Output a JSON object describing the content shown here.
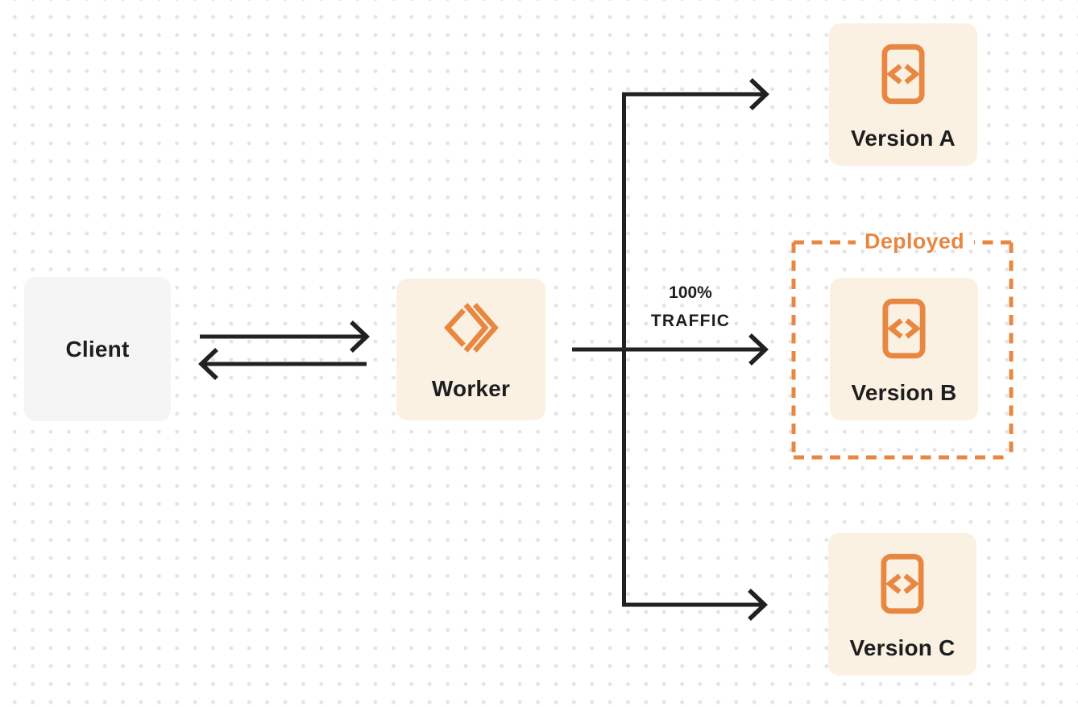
{
  "diagram": {
    "description": "Worker traffic routing diagram with three versions",
    "colors": {
      "accent_orange": "#e88742",
      "box_cream": "#faf1e2",
      "box_gray": "#f5f5f6",
      "line_dark": "#212121",
      "text_dark": "#1e1e20",
      "dot_grid": "#e4e4e4",
      "background": "#ffffff"
    },
    "nodes": {
      "client": {
        "label": "Client"
      },
      "worker": {
        "label": "Worker",
        "icon": "workers-logo-icon"
      },
      "versions": [
        {
          "label": "Version A",
          "icon": "code-file-icon",
          "deployed": false
        },
        {
          "label": "Version B",
          "icon": "code-file-icon",
          "deployed": true
        },
        {
          "label": "Version C",
          "icon": "code-file-icon",
          "deployed": false
        }
      ]
    },
    "annotations": {
      "deployed": "Deployed",
      "traffic": {
        "line1": "100%",
        "line2": "TRAFFIC"
      }
    },
    "edges": [
      {
        "from": "client",
        "to": "worker",
        "style": "arrow-right"
      },
      {
        "from": "worker",
        "to": "client",
        "style": "arrow-left"
      },
      {
        "from": "worker",
        "to": "version-a",
        "style": "elbow-arrow"
      },
      {
        "from": "worker",
        "to": "version-b",
        "style": "arrow-right",
        "label": "100% TRAFFIC"
      },
      {
        "from": "worker",
        "to": "version-c",
        "style": "elbow-arrow"
      }
    ]
  }
}
